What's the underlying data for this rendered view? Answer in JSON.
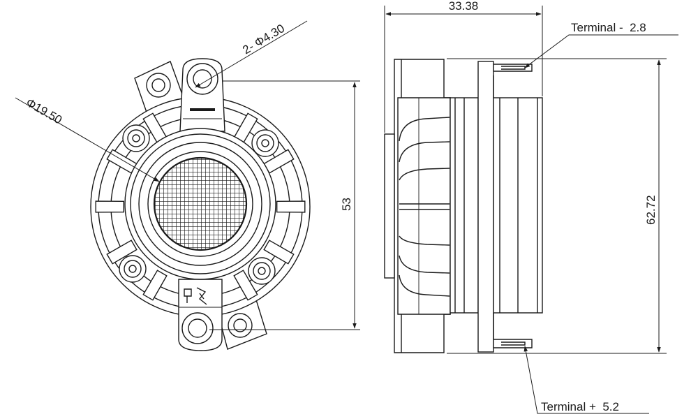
{
  "drawing": {
    "front_view": {
      "hole_callout": "2- Φ4.30",
      "dome_callout": "Φ19.50",
      "height_dim": "53"
    },
    "side_view": {
      "depth_dim": "33.38",
      "height_dim": "62.72",
      "terminal_negative": "Terminal -  2.8",
      "terminal_positive": "Terminal +  5.2"
    }
  }
}
